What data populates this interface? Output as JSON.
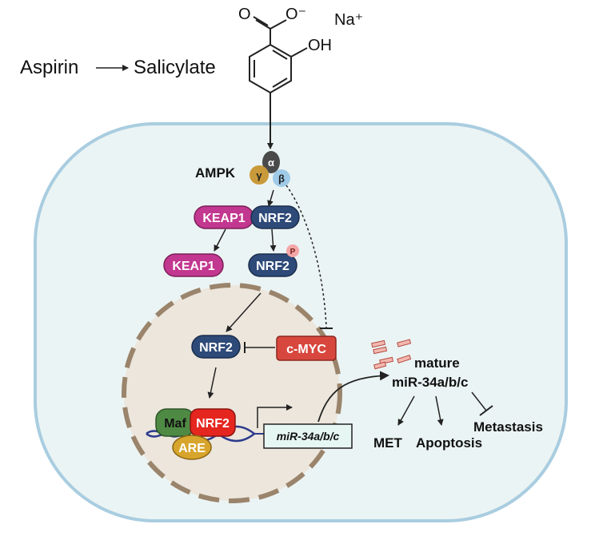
{
  "top": {
    "aspirin": "Aspirin",
    "salicylate": "Salicylate",
    "carboxylate_o": "O",
    "carboxylate_o_minus": "O⁻",
    "hydroxyl": "OH",
    "sodium": "Na⁺"
  },
  "ampk": {
    "label": "AMPK",
    "alpha": "α",
    "gamma": "γ",
    "beta": "β"
  },
  "cytoplasm": {
    "keap1_complex": "KEAP1",
    "nrf2_complex": "NRF2",
    "keap1_free": "KEAP1",
    "nrf2_phos": "NRF2",
    "phospho": "P"
  },
  "nucleus": {
    "nrf2": "NRF2",
    "cmyc": "c-MYC",
    "maf": "Maf",
    "nrf2_bound": "NRF2",
    "are": "ARE",
    "gene": "miR-34a/b/c"
  },
  "outcomes": {
    "mature_line1": "mature",
    "mature_line2": "miR-34a/b/c",
    "met": "MET",
    "apoptosis": "Apoptosis",
    "metastasis": "Metastasis"
  },
  "colors": {
    "cell_fill": "#ebf4f4",
    "cell_border": "#a9cde0",
    "nucleus_fill": "#ece6dc",
    "nucleus_border": "#9a846b",
    "keap1": "#c2378f",
    "nrf2": "#2d4a78",
    "cmyc": "#d8473d",
    "maf": "#4f8a44",
    "are": "#d8a52c",
    "nrf2_red": "#e5261f"
  }
}
